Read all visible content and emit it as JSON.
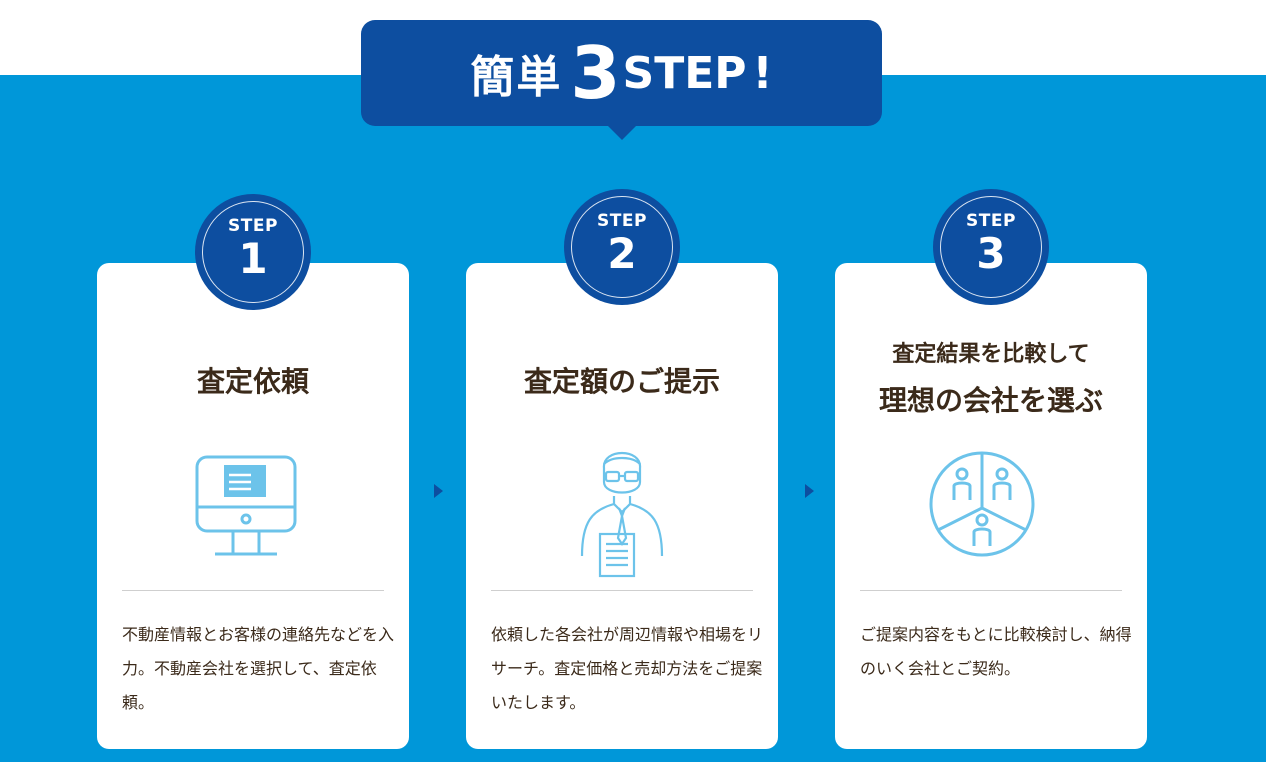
{
  "banner": {
    "kanji": "簡単",
    "number": "3",
    "step": "STEP",
    "exclaim": "!"
  },
  "steps": [
    {
      "badge_label": "STEP",
      "badge_number": "1",
      "title": "査定依頼",
      "icon": "computer-monitor-icon",
      "description": "不動産情報とお客様の連絡先などを入力。不動産会社を選択して、査定依頼。"
    },
    {
      "badge_label": "STEP",
      "badge_number": "2",
      "title": "査定額のご提示",
      "icon": "businessman-document-icon",
      "description": "依頼した各会社が周辺情報や相場をリサーチ。査定価格と売却方法をご提案いたします。"
    },
    {
      "badge_label": "STEP",
      "badge_number": "3",
      "title_line1": "査定結果を比較して",
      "title_line2": "理想の会社を選ぶ",
      "icon": "people-compare-circle-icon",
      "description": "ご提案内容をもとに比較検討し、納得のいく会社とご契約。"
    }
  ],
  "colors": {
    "background_blue": "#0097d9",
    "navy": "#0d4ea0",
    "icon_blue": "#6cc3ea",
    "text_brown": "#3b2a1a"
  }
}
